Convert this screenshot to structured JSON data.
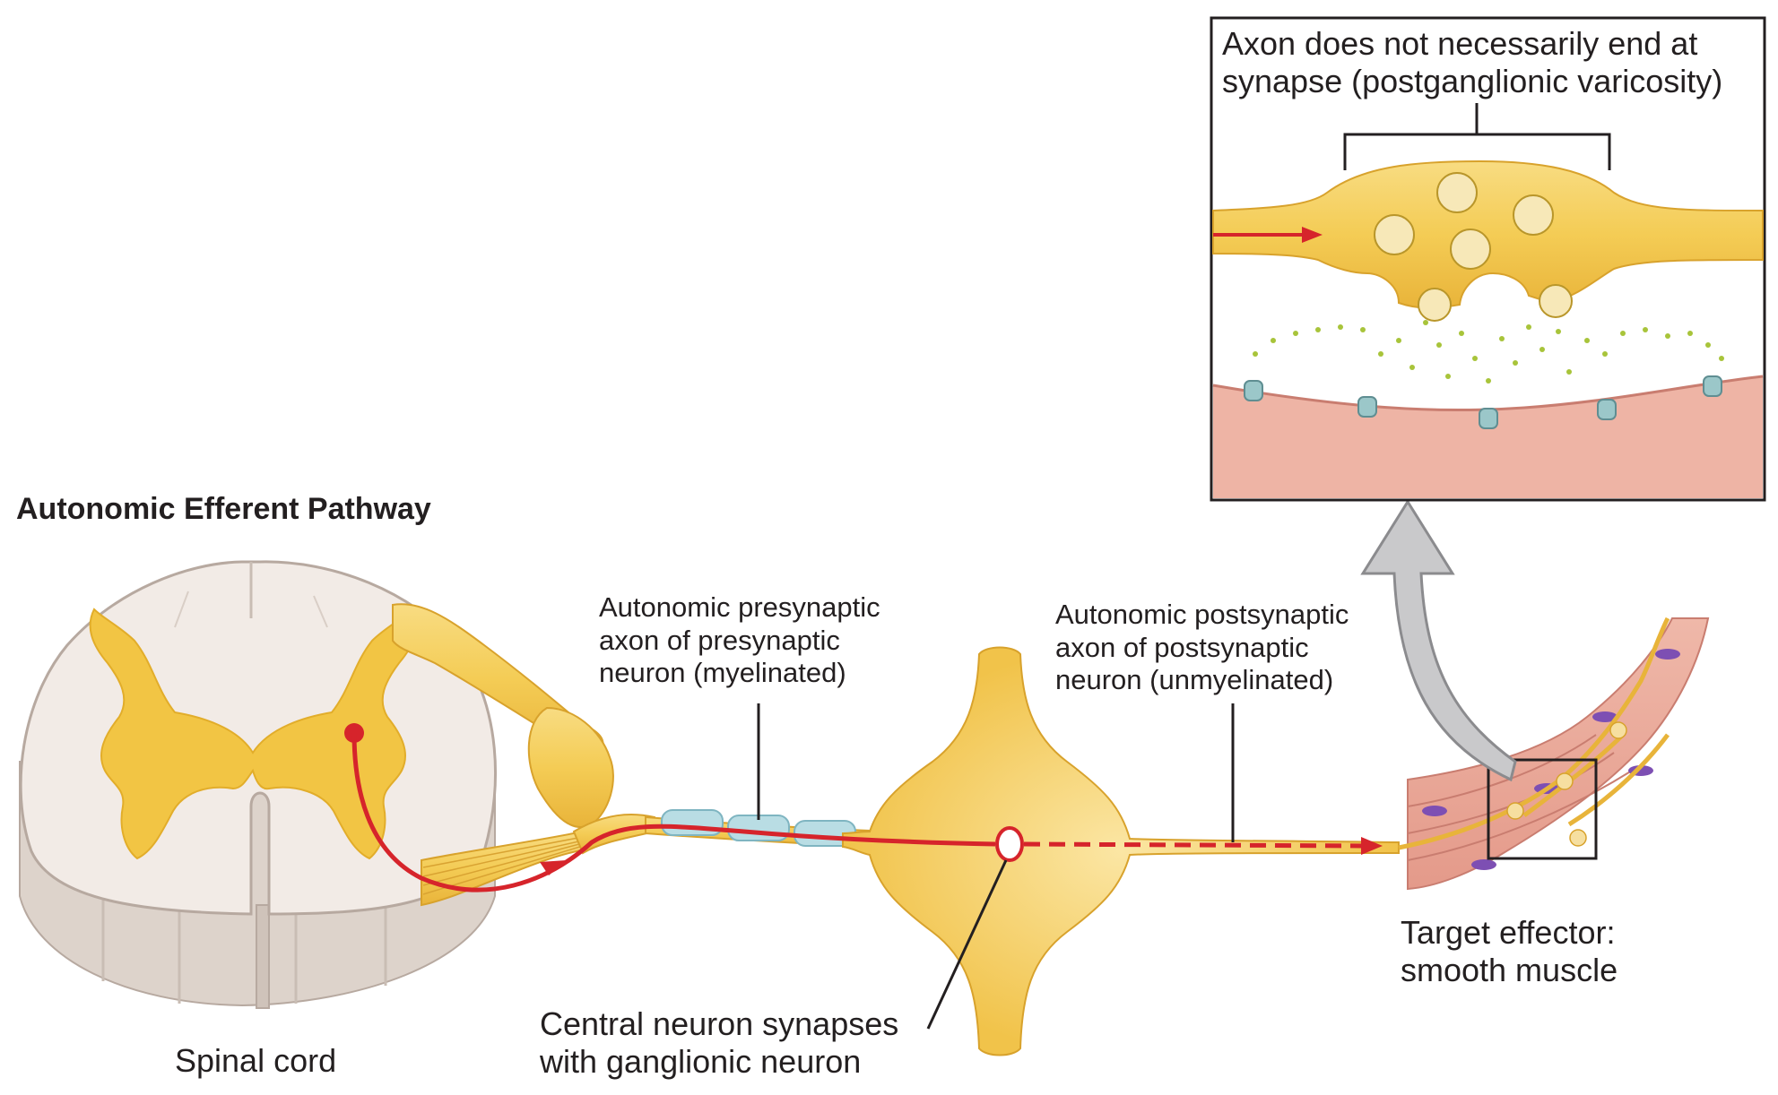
{
  "diagram": {
    "title": "Autonomic Efferent Pathway",
    "labels": {
      "presynaptic": [
        "Autonomic presynaptic",
        "axon of presynaptic",
        "neuron (myelinated)"
      ],
      "postsynaptic": [
        "Autonomic postsynaptic",
        "axon of postsynaptic",
        "neuron (unmyelinated)"
      ],
      "central_synapse": [
        "Central neuron synapses",
        "with ganglionic neuron"
      ],
      "spinal_cord": "Spinal cord",
      "target_effector": [
        "Target effector:",
        "smooth muscle"
      ],
      "inset": [
        "Axon does not necessarily end at",
        "synapse (postganglionic varicosity)"
      ]
    },
    "colors": {
      "neuron_yellow": "#f3c84a",
      "neuron_light": "#f8de8a",
      "pathway_red": "#d6242b",
      "spinal_white": "#f2ebe6",
      "spinal_side": "#ddd3cb",
      "muscle_pink": "#e8a497",
      "myelin_blue": "#b9dde4",
      "vesicle_green": "#a8c43a",
      "inset_arrow_gray": "#c9c9cb"
    }
  }
}
